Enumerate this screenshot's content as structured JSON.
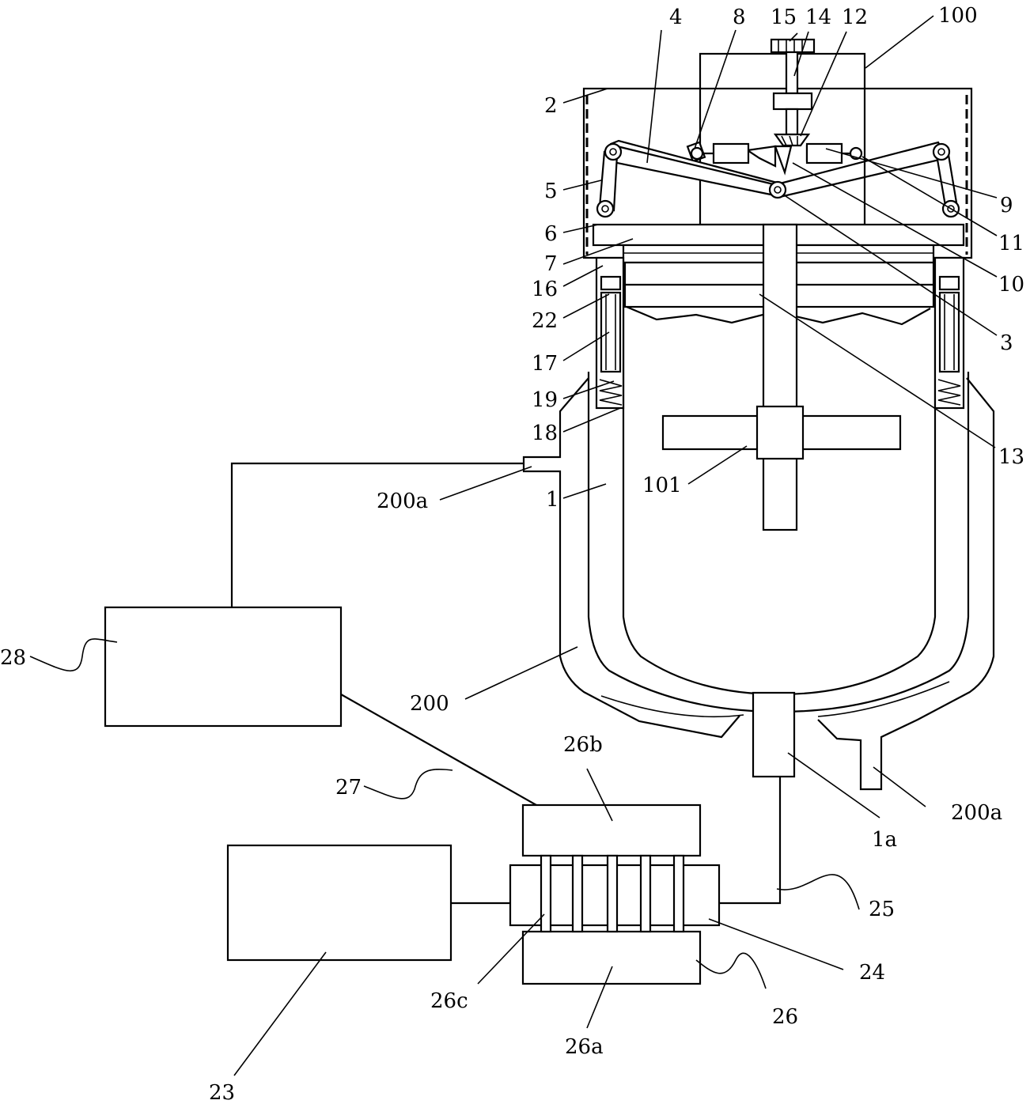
{
  "labels": {
    "l15": "15",
    "l14": "14",
    "l12": "12",
    "l100": "100",
    "l4": "4",
    "l8": "8",
    "l2": "2",
    "l5": "5",
    "l6": "6",
    "l7": "7",
    "l16": "16",
    "l22": "22",
    "l17": "17",
    "l19": "19",
    "l18": "18",
    "l9": "9",
    "l11": "11",
    "l10": "10",
    "l3": "3",
    "l13": "13",
    "l101": "101",
    "l200a_left": "200a",
    "l1": "1",
    "l28": "28",
    "l200": "200",
    "l27": "27",
    "l26b": "26b",
    "l1a": "1a",
    "l200a_right": "200a",
    "l25": "25",
    "l24": "24",
    "l26c": "26c",
    "l26": "26",
    "l26a": "26a",
    "l23": "23"
  }
}
